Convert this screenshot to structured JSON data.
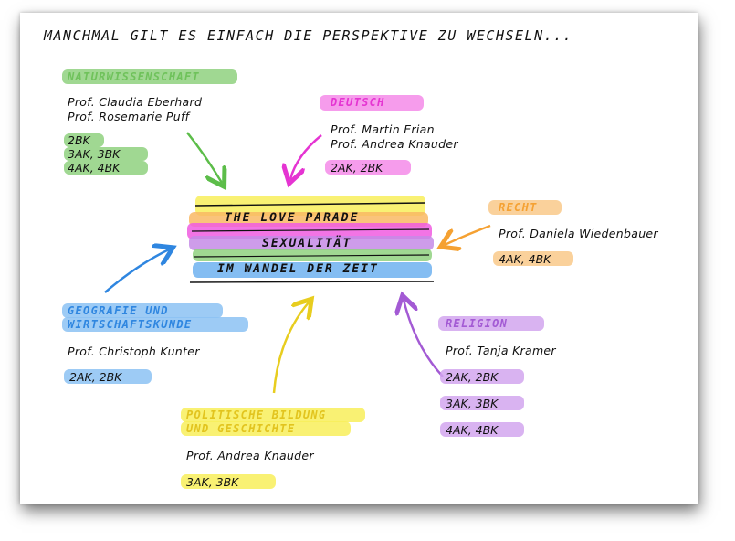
{
  "title": "MANCHMAL GILT ES EINFACH DIE PERSPEKTIVE ZU WECHSELN...",
  "colors": {
    "green": "#8fd17f",
    "magenta": "#f05ce0",
    "orange": "#f9b864",
    "blue": "#6fb1f0",
    "purple": "#c58be6",
    "yellow": "#f8ee5a"
  },
  "center": {
    "line1": "THE LOVE PARADE",
    "line2": "SEXUALITÄT",
    "line3": "IM WANDEL DER ZEIT"
  },
  "subjects": {
    "naturwissenschaft": {
      "label": "NATURWISSENSCHAFT",
      "teacher1": "Prof. Claudia Eberhard",
      "teacher2": "Prof. Rosemarie Puff",
      "classes": [
        "2BK",
        "3AK, 3BK",
        "4AK, 4BK"
      ]
    },
    "deutsch": {
      "label": "DEUTSCH",
      "teacher1": "Prof. Martin Erian",
      "teacher2": "Prof. Andrea Knauder",
      "classes": [
        "2AK, 2BK"
      ]
    },
    "recht": {
      "label": "RECHT",
      "teacher1": "Prof. Daniela Wiedenbauer",
      "classes": [
        "4AK, 4BK"
      ]
    },
    "geografie": {
      "label1": "GEOGRAFIE UND",
      "label2": "WIRTSCHAFTSKUNDE",
      "teacher1": "Prof. Christoph Kunter",
      "classes": [
        "2AK, 2BK"
      ]
    },
    "religion": {
      "label": "RELIGION",
      "teacher1": "Prof. Tanja Kramer",
      "classes": [
        "2AK, 2BK",
        "3AK, 3BK",
        "4AK, 4BK"
      ]
    },
    "politische": {
      "label1": "POLITISCHE BILDUNG",
      "label2": "UND GESCHICHTE",
      "teacher1": "Prof. Andrea Knauder",
      "classes": [
        "3AK, 3BK"
      ]
    }
  }
}
